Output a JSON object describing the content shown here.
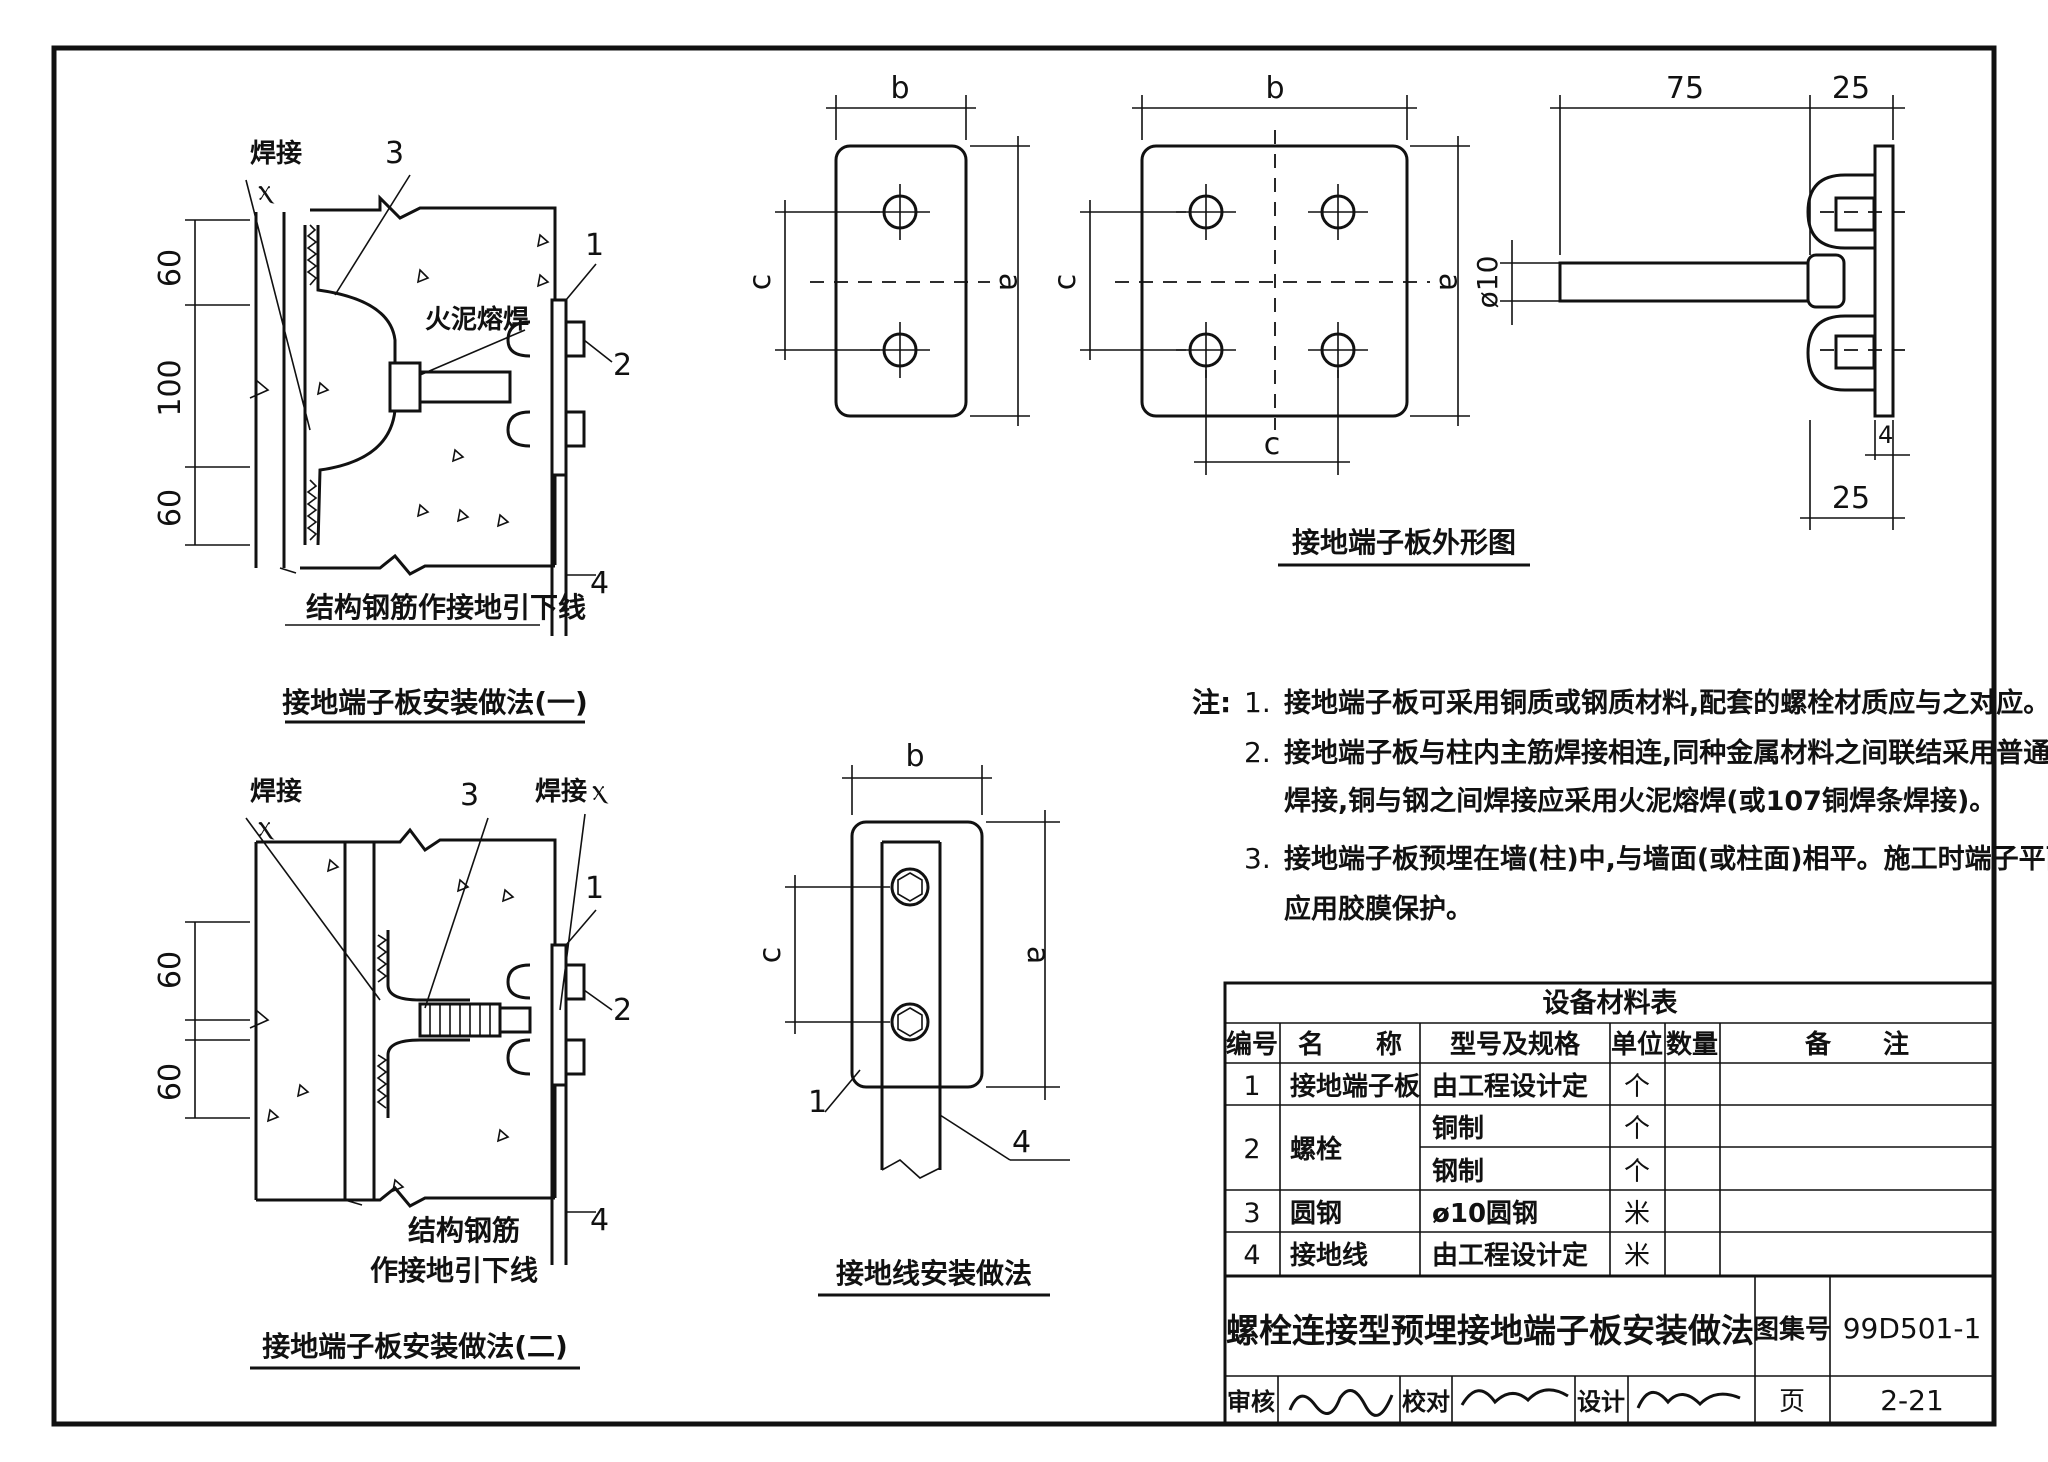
{
  "fig1": {
    "title": "接地端子板安装做法(一)",
    "weld": "焊接",
    "weld_symbol": "ⲭ",
    "fire_weld": "火泥熔焊",
    "rebar_note": "结构钢筋作接地引下线",
    "dims": [
      "60",
      "100",
      "60"
    ],
    "labels": [
      "1",
      "2",
      "3",
      "4"
    ]
  },
  "fig2": {
    "title": "接地端子板安装做法(二)",
    "weld_left": "焊接",
    "weld_right": "焊接",
    "weld_symbol": "ⲭ",
    "rebar_note_1": "结构钢筋",
    "rebar_note_2": "作接地引下线",
    "dims": [
      "60",
      "60"
    ],
    "labels": [
      "1",
      "2",
      "3",
      "4"
    ]
  },
  "fig3": {
    "title": "接地端子板外形图",
    "dim_b": "b",
    "dim_c": "c",
    "dim_a": "a",
    "dim_75": "75",
    "dim_25": "25",
    "dim_4": "4",
    "dim_phi10": "ø10"
  },
  "fig4": {
    "title": "接地线安装做法",
    "dim_b": "b",
    "dim_c": "c",
    "dim_a": "a",
    "labels": [
      "1",
      "4"
    ]
  },
  "notes": {
    "prefix": "注:",
    "items": [
      {
        "num": "1.",
        "lines": [
          "接地端子板可采用铜质或钢质材料,配套的螺栓材质应与之对应。"
        ]
      },
      {
        "num": "2.",
        "lines": [
          "接地端子板与柱内主筋焊接相连,同种金属材料之间联结采用普通",
          "焊接,铜与钢之间焊接应采用火泥熔焊(或107铜焊条焊接)。"
        ]
      },
      {
        "num": "3.",
        "lines": [
          "接地端子板预埋在墙(柱)中,与墙面(或柱面)相平。施工时端子平面",
          "应用胶膜保护。"
        ]
      }
    ]
  },
  "table": {
    "title": "设备材料表",
    "headers": [
      "编号",
      "名　　称",
      "型号及规格",
      "单位",
      "数量",
      "备　　注"
    ],
    "rows": [
      {
        "no": "1",
        "name": "接地端子板",
        "spec": "由工程设计定",
        "unit": "个",
        "qty": "",
        "note": ""
      },
      {
        "no": "2",
        "name": "螺栓",
        "spec": "铜制",
        "unit": "个",
        "qty": "",
        "note": ""
      },
      {
        "no": "",
        "name": "",
        "spec": "钢制",
        "unit": "个",
        "qty": "",
        "note": ""
      },
      {
        "no": "3",
        "name": "圆钢",
        "spec": "ø10圆钢",
        "unit": "米",
        "qty": "",
        "note": ""
      },
      {
        "no": "4",
        "name": "接地线",
        "spec": "由工程设计定",
        "unit": "米",
        "qty": "",
        "note": ""
      }
    ]
  },
  "titleblock": {
    "title": "螺栓连接型预埋接地端子板安装做法",
    "atlas_label": "图集号",
    "atlas_no": "99D501-1",
    "review": "审核",
    "check": "校对",
    "design": "设计",
    "page_label": "页",
    "page_no": "2-21"
  }
}
